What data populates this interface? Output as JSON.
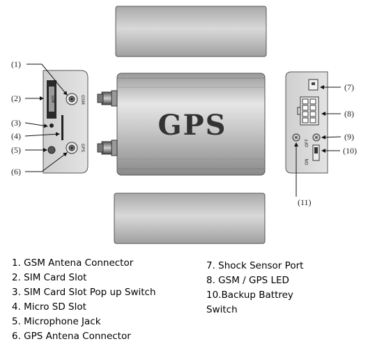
{
  "device": {
    "main_label": "GPS",
    "left_panel": {
      "sim_label": "SIM",
      "gsm_label": "GSM",
      "gps_label": "GPS"
    },
    "right_panel": {
      "on_label": "ON",
      "off_label": "OFF"
    }
  },
  "callouts": [
    "(1)",
    "(2)",
    "(3)",
    "(4)",
    "(5)",
    "(6)",
    "(7)",
    "(8)",
    "(9)",
    "(10)",
    "(11)"
  ],
  "legend": {
    "left": [
      "1. GSM Antena Connector",
      "2. SIM Card Slot",
      "3. SIM Card Slot Pop up Switch",
      "4. Micro SD Slot",
      "5. Microphone Jack",
      "6. GPS Antena Connector"
    ],
    "right": [
      "7. Shock Sensor Port",
      "8. GSM / GPS LED",
      "10.Backup Battrey",
      "Switch"
    ]
  }
}
